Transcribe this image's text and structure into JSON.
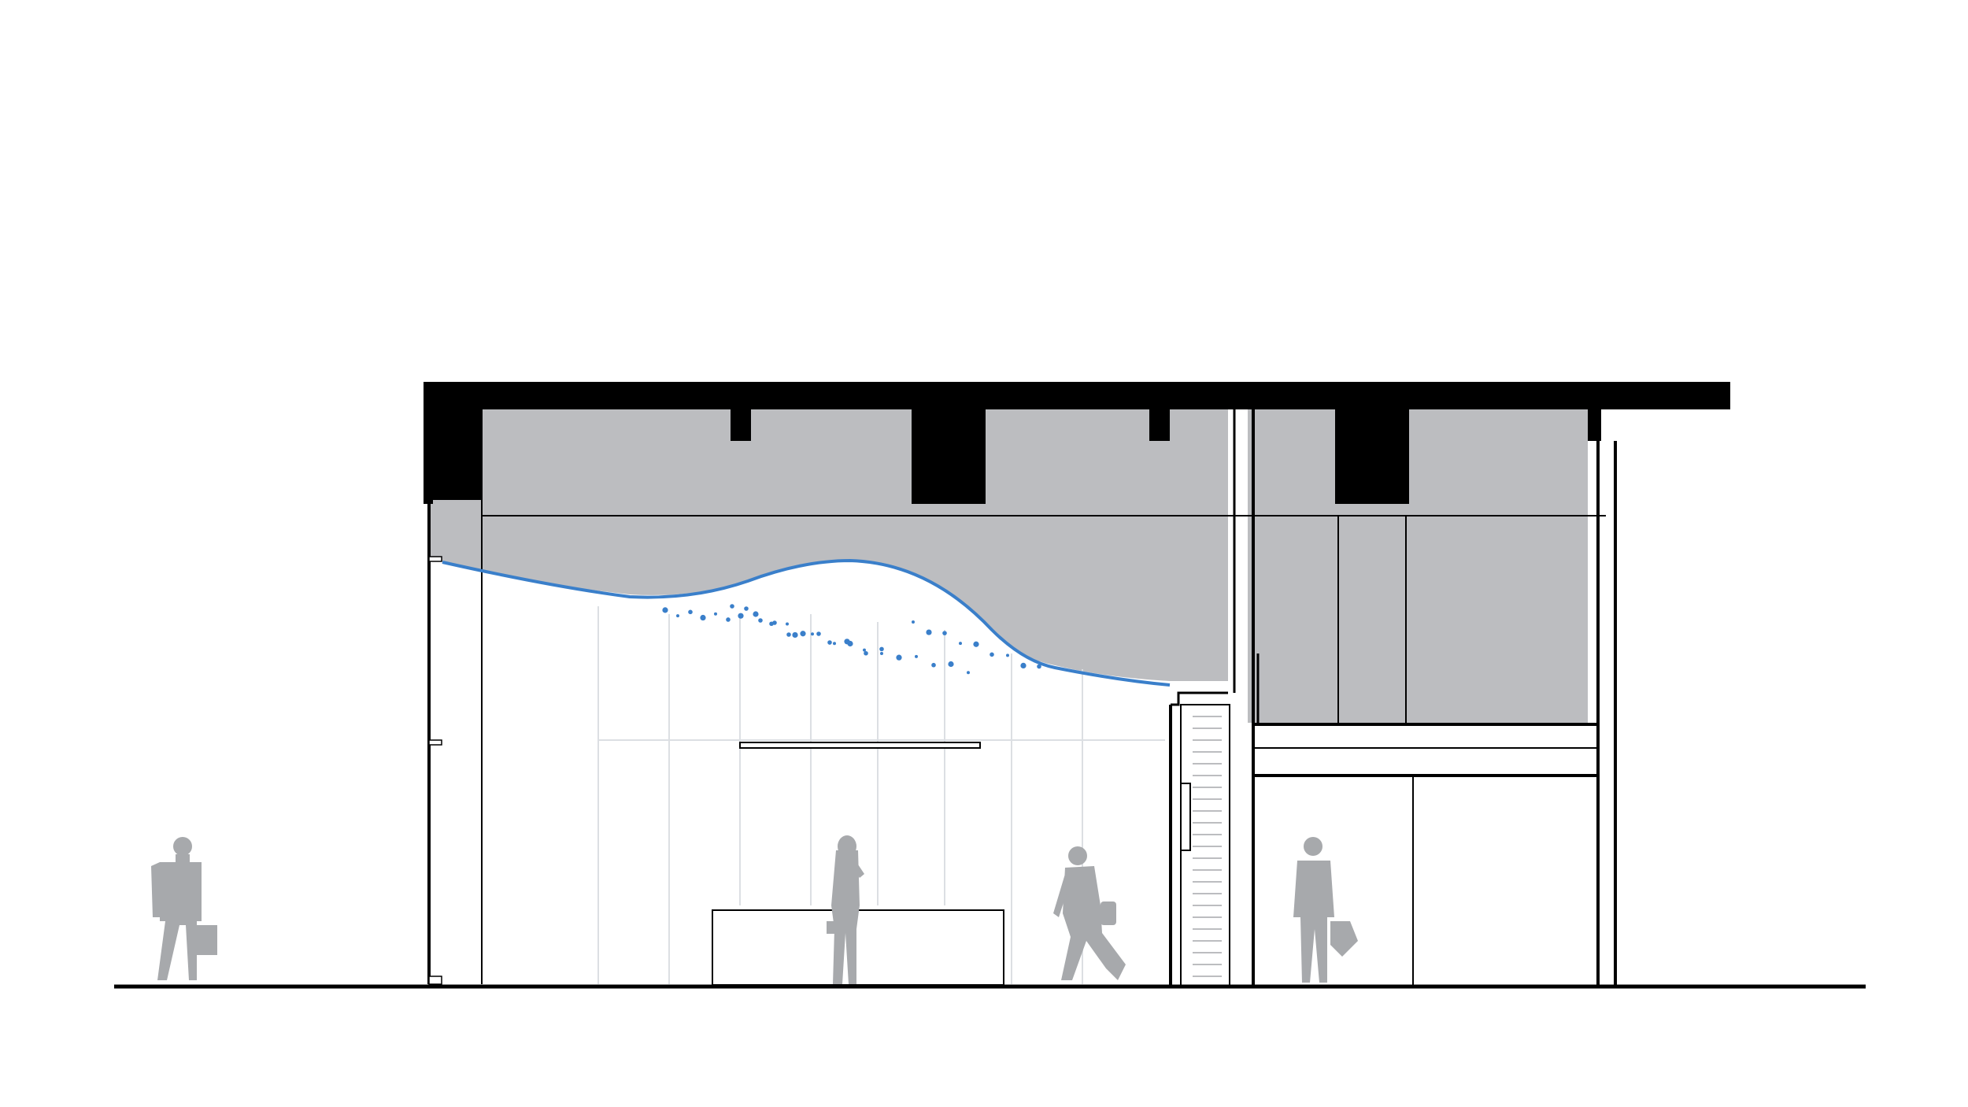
{
  "drawing": {
    "type": "architectural-section",
    "colors": {
      "background": "#ffffff",
      "structure": "#000000",
      "ceiling_fill": "#bcbdc0",
      "wave_line": "#3a7fca",
      "sightline_start": "#7fb3df",
      "figure": "#a7a9ac",
      "light_line": "#dcdfe3"
    },
    "figures": [
      {
        "name": "man-with-briefcase-outside",
        "pose": "standing"
      },
      {
        "name": "woman-on-phone",
        "pose": "standing"
      },
      {
        "name": "man-walking",
        "pose": "walking"
      },
      {
        "name": "man-with-bag-right",
        "pose": "standing"
      }
    ],
    "annotations": []
  }
}
